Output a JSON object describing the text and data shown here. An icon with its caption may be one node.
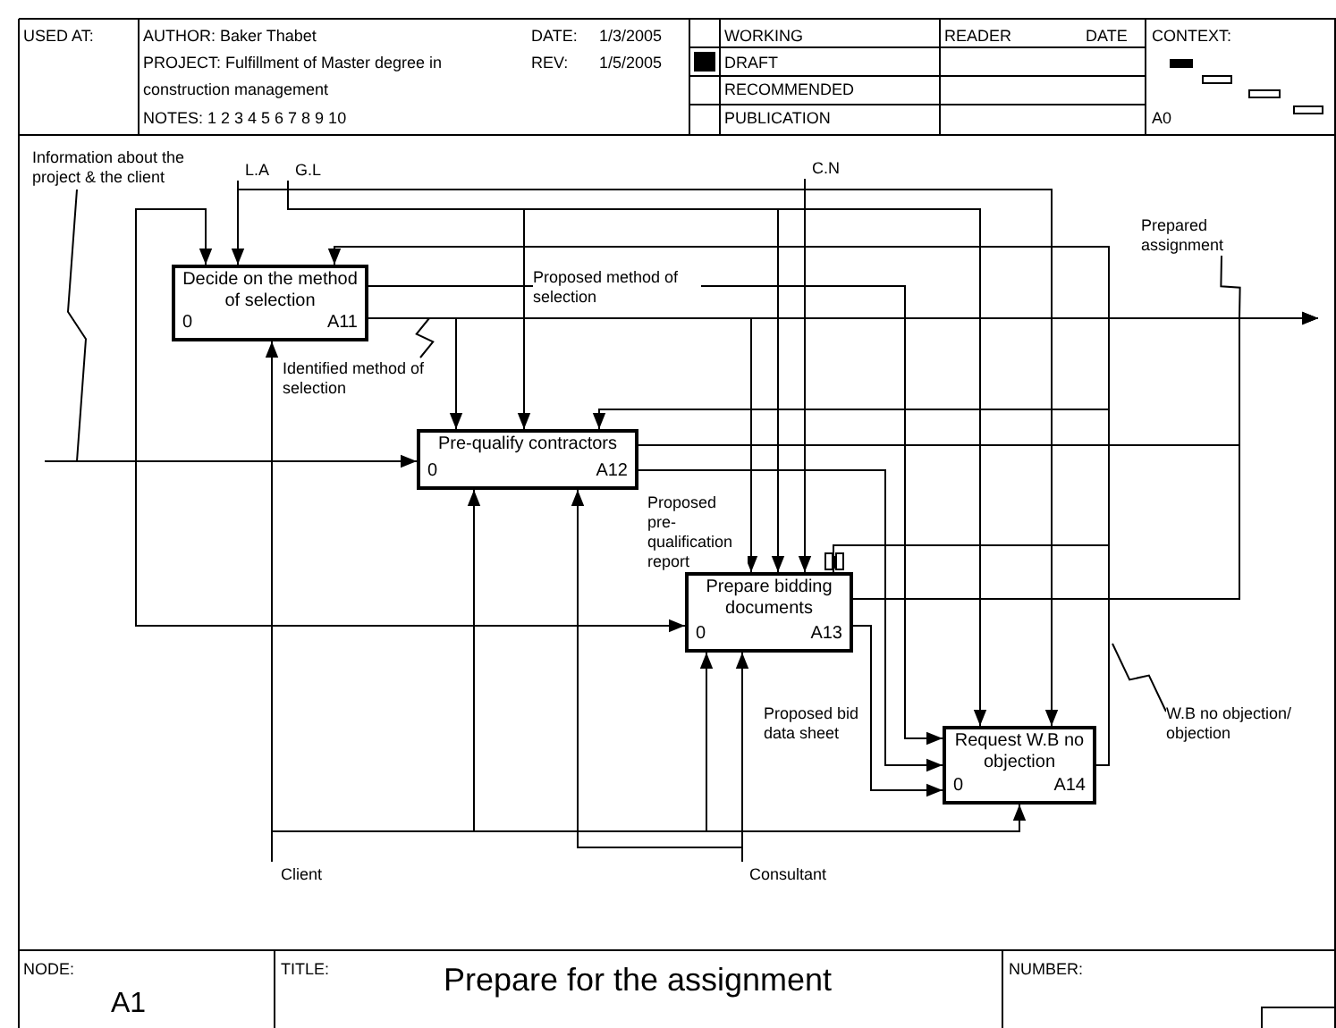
{
  "diagram": {
    "title": "Prepare for the assignment",
    "nodes": [
      {
        "text": [
          "Decide on the method of selection",
          "0",
          "A11"
        ]
      },
      {
        "text": [
          "Pre-qualify contractors",
          "0",
          "A12"
        ]
      },
      {
        "text": [
          "Prepare bidding documents",
          "0",
          "A13"
        ]
      },
      {
        "text": [
          "Request W.B no objection",
          "0",
          "A14"
        ]
      },
      {
        "text": [
          "L.A"
        ]
      },
      {
        "text": [
          "G.L"
        ]
      },
      {
        "text": [
          "C.N"
        ]
      },
      {
        "text": [
          "Client"
        ]
      },
      {
        "text": [
          "Consultant"
        ]
      }
    ],
    "edges": [
      {
        "from": null,
        "to": 1,
        "arrow": "to"
      },
      {
        "from": null,
        "to": 0,
        "arrow": "to",
        "label": "Information about the project & the client"
      },
      {
        "from": null,
        "to": 2,
        "arrow": "to"
      },
      {
        "from": 4,
        "to": 0,
        "arrow": "to"
      },
      {
        "from": 4,
        "to": 3,
        "arrow": "to"
      },
      {
        "from": 5,
        "to": 1,
        "arrow": "to"
      },
      {
        "from": 5,
        "to": 2,
        "arrow": "to"
      },
      {
        "from": 5,
        "to": 3,
        "arrow": "to"
      },
      {
        "from": 6,
        "to": 2,
        "arrow": "to"
      },
      {
        "from": 0,
        "to": 1,
        "arrow": "to",
        "label": "Identified method of selection"
      },
      {
        "from": 0,
        "to": 2,
        "arrow": "to"
      },
      {
        "from": 0,
        "to": null,
        "arrow": "to",
        "label": "Prepared assignment"
      },
      {
        "from": 0,
        "to": 3,
        "arrow": "to",
        "label": "Proposed method of selection"
      },
      {
        "from": 1,
        "to": 3,
        "arrow": "to",
        "label": "Proposed pre-qualification report"
      },
      {
        "from": 1,
        "to": null,
        "arrow": "to"
      },
      {
        "from": 2,
        "to": 3,
        "arrow": "to",
        "label": "Proposed bid data sheet"
      },
      {
        "from": 2,
        "to": null,
        "arrow": "to"
      },
      {
        "from": 3,
        "to": 0,
        "arrow": "to",
        "label": "W.B no objection/ objection"
      },
      {
        "from": 3,
        "to": 1,
        "arrow": "to"
      },
      {
        "from": 3,
        "to": 2,
        "arrow": "to"
      },
      {
        "from": 7,
        "to": 0,
        "arrow": "to"
      },
      {
        "from": 7,
        "to": 1,
        "arrow": "to"
      },
      {
        "from": 7,
        "to": 2,
        "arrow": "to"
      },
      {
        "from": 7,
        "to": 3,
        "arrow": "to"
      },
      {
        "from": 8,
        "to": 1,
        "arrow": "to"
      },
      {
        "from": 8,
        "to": 2,
        "arrow": "to"
      }
    ],
    "labels": [
      "USED AT:",
      "AUTHOR: Baker Thabet",
      "DATE:",
      "1/3/2005",
      "WORKING",
      "READER",
      "DATE",
      "CONTEXT:",
      "PROJECT: Fulfillment of Master degree in construction management",
      "REV:",
      "1/5/2005",
      "DRAFT",
      "RECOMMENDED",
      "NOTES: 1 2 3 4 5 6 7 8 9 10",
      "PUBLICATION",
      "A0",
      "NODE:",
      "TITLE:",
      "NUMBER:",
      "A1"
    ]
  }
}
